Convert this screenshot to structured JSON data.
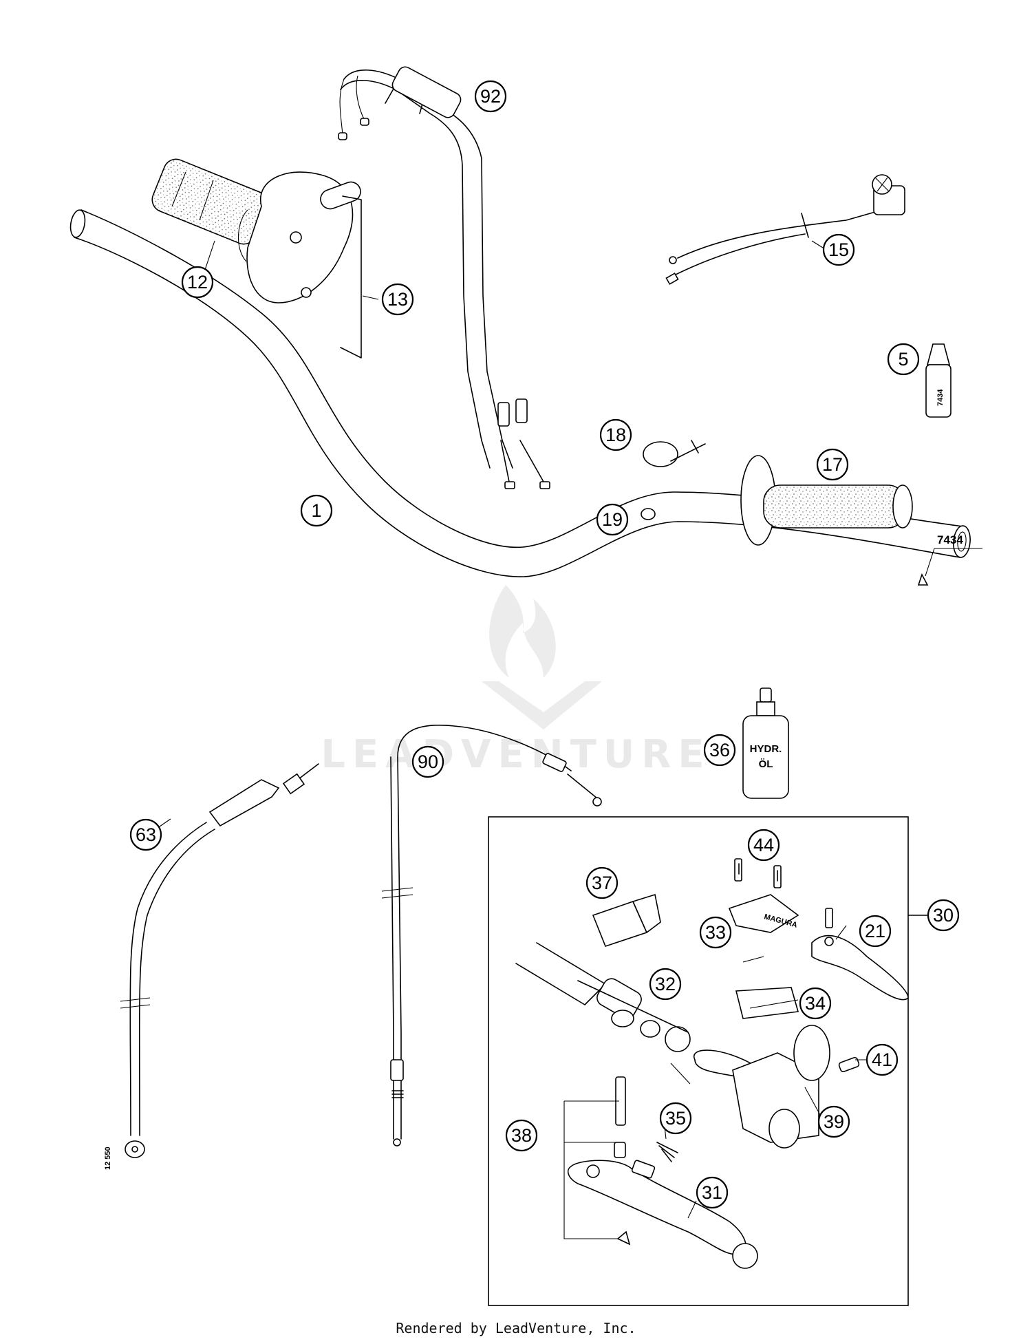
{
  "diagram": {
    "callouts": [
      {
        "id": "1",
        "label": "1"
      },
      {
        "id": "5",
        "label": "5"
      },
      {
        "id": "12",
        "label": "12"
      },
      {
        "id": "13",
        "label": "13"
      },
      {
        "id": "15",
        "label": "15"
      },
      {
        "id": "17",
        "label": "17"
      },
      {
        "id": "18",
        "label": "18"
      },
      {
        "id": "19",
        "label": "19"
      },
      {
        "id": "21",
        "label": "21"
      },
      {
        "id": "30",
        "label": "30"
      },
      {
        "id": "31",
        "label": "31"
      },
      {
        "id": "32",
        "label": "32"
      },
      {
        "id": "33",
        "label": "33"
      },
      {
        "id": "34",
        "label": "34"
      },
      {
        "id": "35",
        "label": "35"
      },
      {
        "id": "36",
        "label": "36"
      },
      {
        "id": "37",
        "label": "37"
      },
      {
        "id": "38",
        "label": "38"
      },
      {
        "id": "39",
        "label": "39"
      },
      {
        "id": "41",
        "label": "41"
      },
      {
        "id": "44",
        "label": "44"
      },
      {
        "id": "63",
        "label": "63"
      },
      {
        "id": "90",
        "label": "90"
      },
      {
        "id": "92",
        "label": "92"
      }
    ],
    "loctite_note": "7434",
    "loctite_tube_label": "7434",
    "hydraulic_oil_label_line1": "HYDR.",
    "hydraulic_oil_label_line2": "ÖL",
    "master_cylinder_cover_text": "MAGURA",
    "cable_stamp_text": "12 550"
  },
  "watermark": "LEADVENTURE",
  "footer": "Rendered by LeadVenture, Inc."
}
